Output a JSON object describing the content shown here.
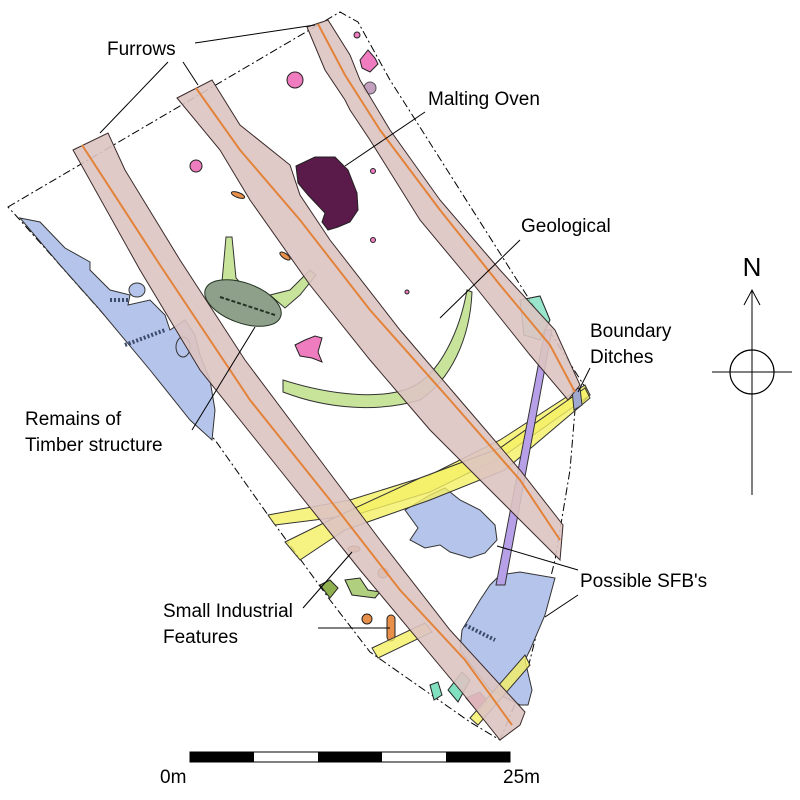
{
  "labels": {
    "furrows": "Furrows",
    "malting_oven": "Malting Oven",
    "geological": "Geological",
    "boundary_ditches": [
      "Boundary",
      "Ditches"
    ],
    "timber_structure": [
      "Remains of",
      "Timber structure"
    ],
    "possible_sfbs": "Possible SFB's",
    "small_industrial": [
      "Small Industrial",
      "Features"
    ]
  },
  "north_arrow": {
    "label": "N"
  },
  "scale_bar": {
    "start_label": "0m",
    "end_label": "25m"
  },
  "colors": {
    "furrow": "#ddc4c2",
    "furrow_line": "#e3833a",
    "ditch": "#f5f064",
    "sfb": "#b5c4ea",
    "geological": "#c8e49a",
    "malting_oven": "#5a1a4a",
    "timber": "#8fa08a",
    "pit": "#f07cc0",
    "industrial": "#e8904a"
  }
}
